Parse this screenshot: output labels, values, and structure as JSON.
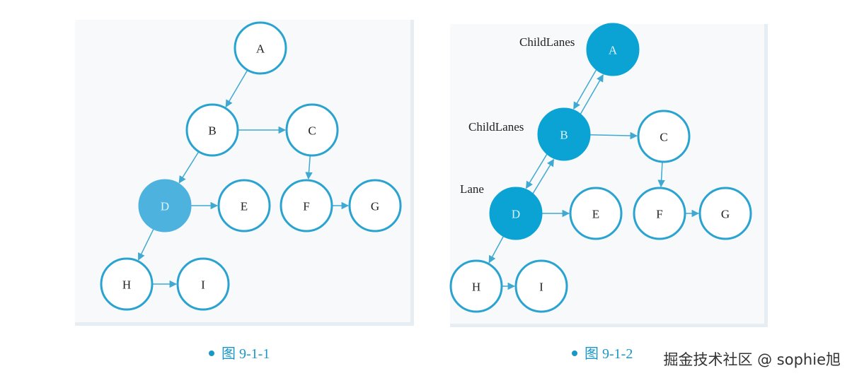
{
  "colors": {
    "outline": "#2aa3d0",
    "fill_left": "#4db3de",
    "fill_right": "#0aa3d3",
    "edge": "#3fa9d1",
    "caption": "#1a97c9"
  },
  "figures": [
    {
      "caption": "图 9-1-1",
      "nodes": [
        {
          "id": "A",
          "label": "A",
          "filled": false
        },
        {
          "id": "B",
          "label": "B",
          "filled": false
        },
        {
          "id": "C",
          "label": "C",
          "filled": false
        },
        {
          "id": "D",
          "label": "D",
          "filled": true
        },
        {
          "id": "E",
          "label": "E",
          "filled": false
        },
        {
          "id": "F",
          "label": "F",
          "filled": false
        },
        {
          "id": "G",
          "label": "G",
          "filled": false
        },
        {
          "id": "H",
          "label": "H",
          "filled": false
        },
        {
          "id": "I",
          "label": "I",
          "filled": false
        }
      ],
      "edges": [
        {
          "from": "A",
          "to": "B"
        },
        {
          "from": "B",
          "to": "C"
        },
        {
          "from": "B",
          "to": "D"
        },
        {
          "from": "C",
          "to": "F"
        },
        {
          "from": "D",
          "to": "E"
        },
        {
          "from": "F",
          "to": "G"
        },
        {
          "from": "D",
          "to": "H"
        },
        {
          "from": "H",
          "to": "I"
        }
      ],
      "annotations": []
    },
    {
      "caption": "图 9-1-2",
      "nodes": [
        {
          "id": "A",
          "label": "A",
          "filled": true
        },
        {
          "id": "B",
          "label": "B",
          "filled": true
        },
        {
          "id": "C",
          "label": "C",
          "filled": false
        },
        {
          "id": "D",
          "label": "D",
          "filled": true
        },
        {
          "id": "E",
          "label": "E",
          "filled": false
        },
        {
          "id": "F",
          "label": "F",
          "filled": false
        },
        {
          "id": "G",
          "label": "G",
          "filled": false
        },
        {
          "id": "H",
          "label": "H",
          "filled": false
        },
        {
          "id": "I",
          "label": "I",
          "filled": false
        }
      ],
      "edges": [
        {
          "from": "A",
          "to": "B"
        },
        {
          "from": "B",
          "to": "A"
        },
        {
          "from": "B",
          "to": "C"
        },
        {
          "from": "B",
          "to": "D"
        },
        {
          "from": "D",
          "to": "B"
        },
        {
          "from": "C",
          "to": "F"
        },
        {
          "from": "D",
          "to": "E"
        },
        {
          "from": "F",
          "to": "G"
        },
        {
          "from": "D",
          "to": "H"
        },
        {
          "from": "H",
          "to": "I"
        }
      ],
      "annotations": [
        {
          "text": "ChildLanes",
          "node": "A"
        },
        {
          "text": "ChildLanes",
          "node": "B"
        },
        {
          "text": "Lane",
          "node": "D"
        }
      ]
    }
  ],
  "watermark": "掘金技术社区 @ sophie旭"
}
